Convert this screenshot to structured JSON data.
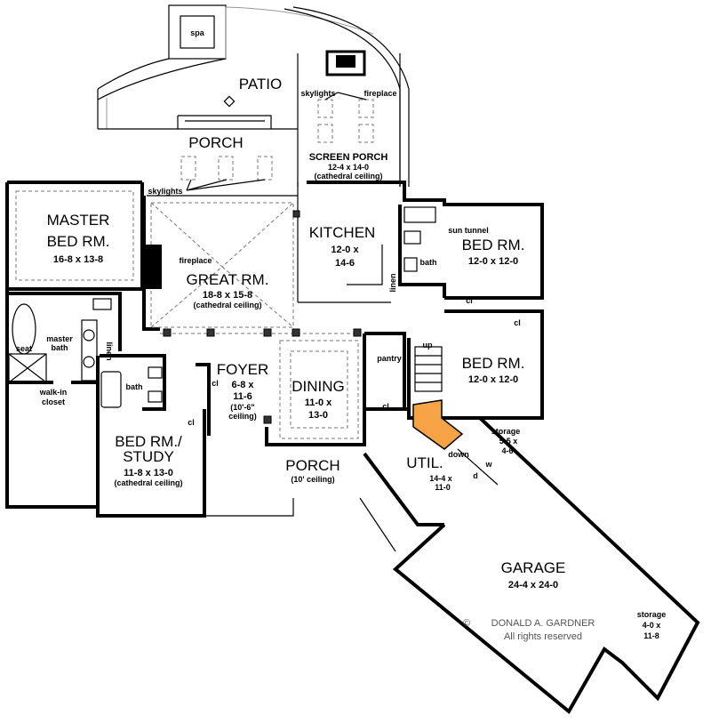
{
  "rooms": {
    "spa": "spa",
    "patio": "PATIO",
    "porch_rear": "PORCH",
    "skylights_rear": "skylights",
    "skylights_screen": "skylights",
    "fireplace_screen": "fireplace",
    "screen_porch": {
      "name": "SCREEN PORCH",
      "size": "12-4 x 14-0",
      "note": "(cathedral ceiling)"
    },
    "master_bed": {
      "name1": "MASTER",
      "name2": "BED RM.",
      "size": "16-8 x 13-8"
    },
    "great_rm": {
      "name": "GREAT RM.",
      "size": "18-8 x 15-8",
      "note": "(cathedral ceiling)",
      "fireplace": "fireplace"
    },
    "kitchen": {
      "name": "KITCHEN",
      "size1": "12-0 x",
      "size2": "14-6"
    },
    "bath_upper": "bath",
    "sun_tunnel": "sun tunnel",
    "linen_kitchen": "linen",
    "bed_upper": {
      "name": "BED RM.",
      "size": "12-0 x 12-0",
      "cl": "cl"
    },
    "bed_lower": {
      "name": "BED RM.",
      "size": "12-0 x 12-0",
      "cl": "cl"
    },
    "master_bath": {
      "seat": "seat",
      "name1": "master",
      "name2": "bath",
      "linen": "linen"
    },
    "walk_in_closet": {
      "name1": "walk-in",
      "name2": "closet"
    },
    "bath_study": "bath",
    "study": {
      "name1": "BED RM./",
      "name2": "STUDY",
      "size": "11-8 x 13-0",
      "note": "(cathedral ceiling)",
      "cl": "cl"
    },
    "foyer": {
      "name": "FOYER",
      "size1": "6-8 x",
      "size2": "11-6",
      "note1": "(10'-6\"",
      "note2": "ceiling)",
      "cl": "cl"
    },
    "dining": {
      "name": "DINING",
      "size1": "11-0 x",
      "size2": "13-0"
    },
    "porch_front": {
      "name": "PORCH",
      "note": "(10' ceiling)"
    },
    "pantry": "pantry",
    "cl_pantry": "cl",
    "stairs": {
      "up": "up",
      "down": "down"
    },
    "util": {
      "name": "UTIL.",
      "size1": "14-4 x",
      "size2": "11-0",
      "w": "w",
      "d": "d"
    },
    "storage_small": {
      "name": "storage",
      "size1": "5-5 x",
      "size2": "4-6"
    },
    "garage": {
      "name": "GARAGE",
      "size": "24-4 x 24-0"
    },
    "storage_garage": {
      "name": "storage",
      "size1": "4-0 x",
      "size2": "11-8"
    }
  },
  "copyright": {
    "symbol": "©",
    "owner": "DONALD A. GARDNER",
    "rights": "All rights reserved"
  },
  "colors": {
    "stair_highlight": "#f5a345",
    "walls": "#000000"
  }
}
